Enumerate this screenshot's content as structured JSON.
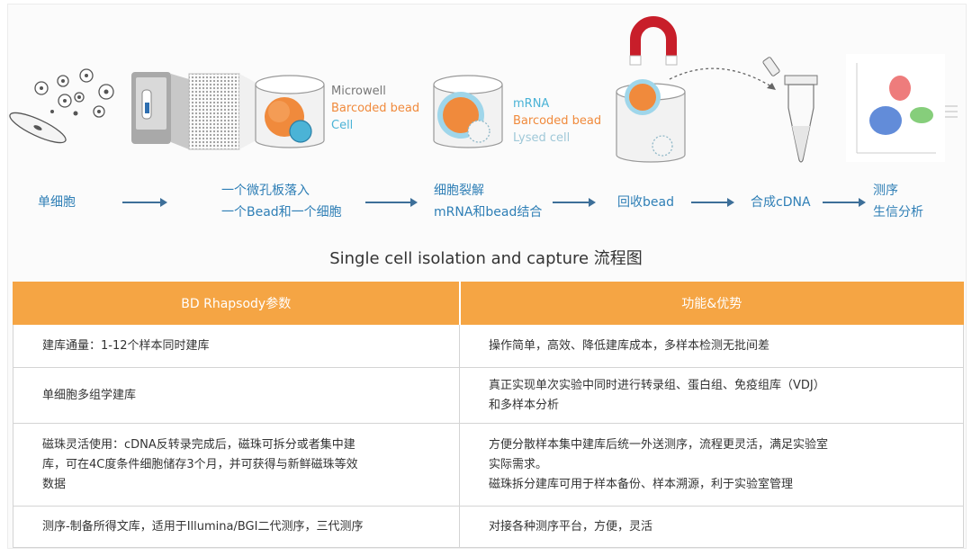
{
  "figure": {
    "caption": "Single cell isolation and capture 流程图",
    "legend_microwell": [
      "Microwell",
      "Barcoded bead",
      "Cell"
    ],
    "legend_mrna": [
      "mRNA",
      "Barcoded bead",
      "Lysed cell"
    ],
    "steps": [
      {
        "lines": [
          "单细胞"
        ]
      },
      {
        "lines": [
          "一个微孔板落入",
          "一个Bead和一个细胞"
        ]
      },
      {
        "lines": [
          "细胞裂解",
          "mRNA和bead结合"
        ]
      },
      {
        "lines": [
          "回收bead"
        ]
      },
      {
        "lines": [
          "合成cDNA"
        ]
      },
      {
        "lines": [
          "测序",
          "生信分析"
        ]
      }
    ]
  },
  "table": {
    "headers": [
      "BD Rhapsody参数",
      "功能&优势"
    ],
    "rows": [
      {
        "param": [
          "建库通量：1-12个样本同时建库"
        ],
        "advantage": [
          "操作简单，高效、降低建库成本，多样本检测无批间差"
        ]
      },
      {
        "param": [
          "单细胞多组学建库"
        ],
        "advantage": [
          "真正实现单次实验中同时进行转录组、蛋白组、免疫组库（VDJ）",
          "和多样本分析"
        ]
      },
      {
        "param": [
          "磁珠灵活使用：cDNA反转录完成后，磁珠可拆分或者集中建",
          "库，可在4C度条件细胞储存3个月，并可获得与新鲜磁珠等效",
          "数据"
        ],
        "advantage": [
          "方便分散样本集中建库后统一外送测序，流程更灵活，满足实验室",
          "实际需求。",
          "磁珠拆分建库可用于样本备份、样本溯源，利于实验室管理"
        ]
      },
      {
        "param": [
          "测序-制备所得文库，适用于Illumina/BGI二代测序，三代测序"
        ],
        "advantage": [
          "对接各种测序平台，方便，灵活"
        ]
      }
    ]
  },
  "colors": {
    "accent": "#f5a544",
    "flow_text": "#2f7fb6",
    "arrow": "#3d6f99",
    "orange_cell": "#f08a3c",
    "bead_blue": "#4bb3d6"
  }
}
